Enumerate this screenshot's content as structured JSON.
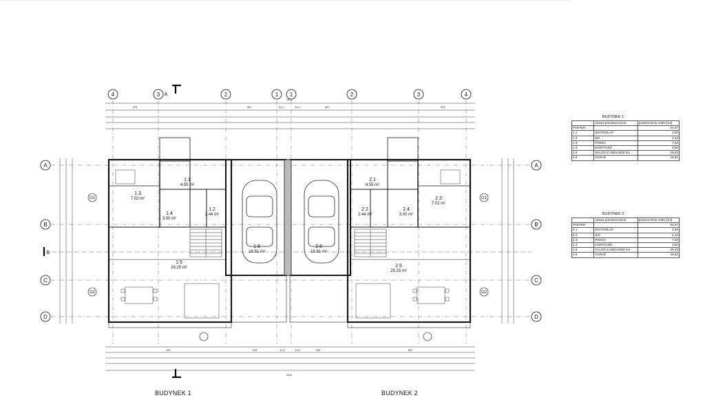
{
  "axes": {
    "top_left": [
      "4",
      "3",
      "2",
      "1"
    ],
    "top_right": [
      "1",
      "2",
      "3",
      "4"
    ],
    "rows": [
      "A",
      "B",
      "C",
      "D"
    ],
    "section_marks": [
      "A",
      "B"
    ]
  },
  "dimensions": {
    "overall": "1011",
    "top_row_left": [
      "374",
      "307",
      "11,5"
    ],
    "top_row_right": [
      "11,5",
      "307",
      "374"
    ],
    "bottom_row_left": [
      "607",
      "318",
      "11,5"
    ],
    "bottom_row_right": [
      "11,5",
      "318",
      "607"
    ]
  },
  "rooms_b1": [
    {
      "num": "1.1",
      "area": "4.55 m²"
    },
    {
      "num": "1.2",
      "area": "2.44 m²"
    },
    {
      "num": "1.3",
      "area": "7.02 m²"
    },
    {
      "num": "1.4",
      "area": "3.00 m²"
    },
    {
      "num": "1.5",
      "area": "29.25 m²"
    },
    {
      "num": "1.6",
      "area": "18.61 m²"
    }
  ],
  "rooms_b2": [
    {
      "num": "2.1",
      "area": "4.55 m²"
    },
    {
      "num": "2.2",
      "area": "2.44 m²"
    },
    {
      "num": "2.3",
      "area": "7.02 m²"
    },
    {
      "num": "2.4",
      "area": "3.00 m²"
    },
    {
      "num": "2.5",
      "area": "29.25 m²"
    },
    {
      "num": "2.6",
      "area": "18.61 m²"
    }
  ],
  "window_tags": [
    "O1",
    "O2",
    "O1",
    "O2"
  ],
  "captions": {
    "b1": "BUDYNEK 1",
    "b2": "BUDYNEK 2"
  },
  "tables": [
    {
      "title": "BUDYNEK 1",
      "header": [
        "",
        "nazwa pomieszczenia",
        "powierzchnia netto [m2]"
      ],
      "rows": [
        [
          "PARTER",
          "",
          "64,87"
        ],
        [
          "1.1",
          "WIATROŁAP",
          "4,55"
        ],
        [
          "1.2",
          "WC",
          "2,44"
        ],
        [
          "1.3",
          "POKÓJ",
          "7,02"
        ],
        [
          "1.4",
          "KORYTARZ",
          "3,00"
        ],
        [
          "1.5",
          "SALON Z ANEKSEM KU",
          "29,25"
        ],
        [
          "1.6",
          "GARAŻ",
          "18,61"
        ]
      ]
    },
    {
      "title": "BUDYNEK 2",
      "header": [
        "",
        "nazwa pomieszczenia",
        "powierzchnia netto [m2]"
      ],
      "rows": [
        [
          "PARTER",
          "",
          "64,87"
        ],
        [
          "2.1",
          "WIATROŁAP",
          "4,55"
        ],
        [
          "2.2",
          "WC",
          "2,44"
        ],
        [
          "2.3",
          "POKÓJ",
          "7,02"
        ],
        [
          "2.4",
          "KORYTARZ",
          "3,00"
        ],
        [
          "2.5",
          "SALON Z ANEKSEM KU",
          "29,25"
        ],
        [
          "2.6",
          "GARAŻ",
          "18,61"
        ]
      ]
    }
  ]
}
